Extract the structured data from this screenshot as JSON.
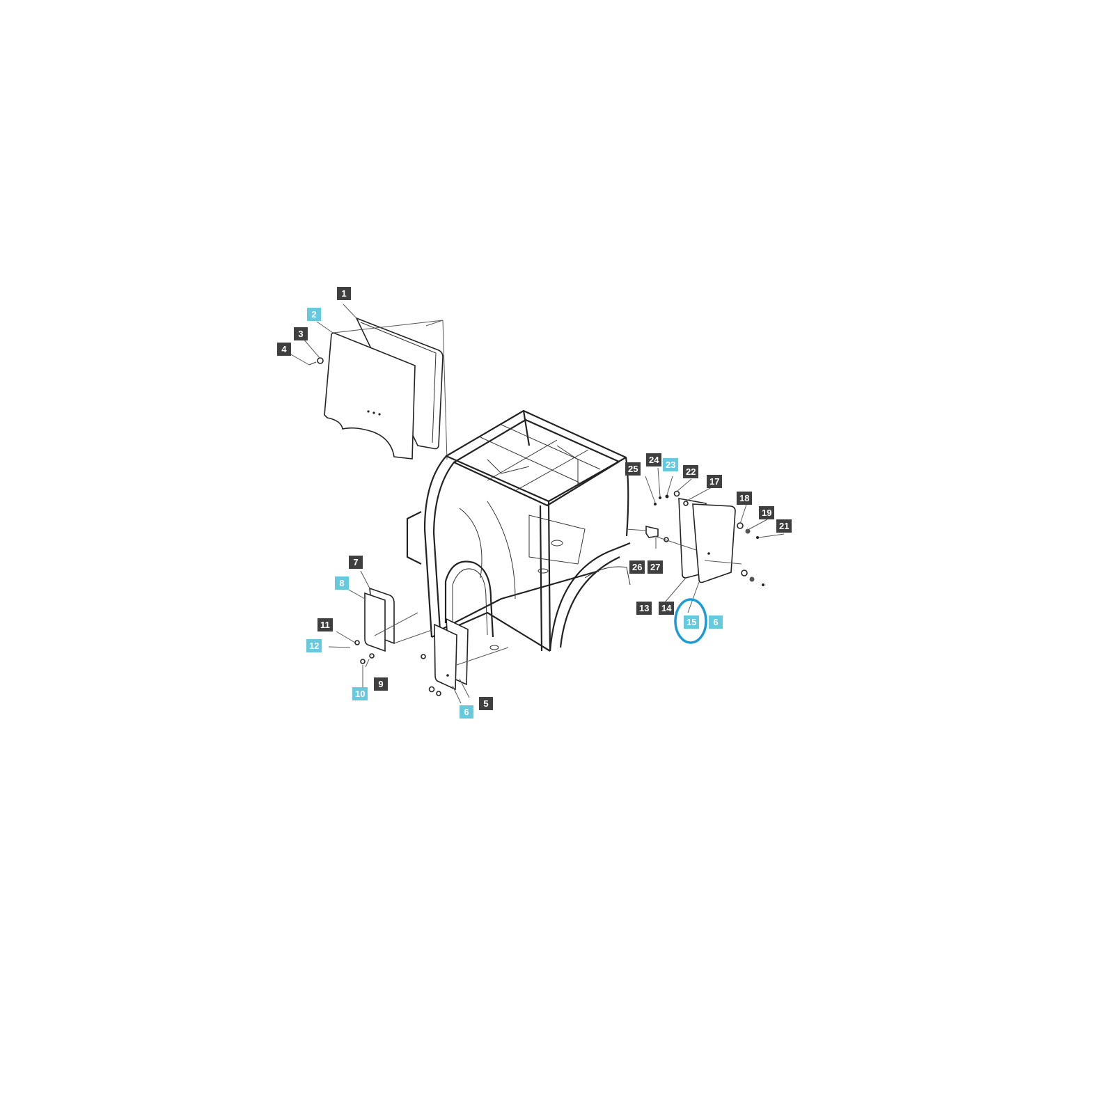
{
  "colors": {
    "callout_dark": "#3f3f3f",
    "callout_highlight": "#66c9dd",
    "selection_ring": "#1a9bd6"
  },
  "callouts": [
    {
      "id": "c1",
      "label": "1",
      "highlighted": false
    },
    {
      "id": "c2",
      "label": "2",
      "highlighted": true
    },
    {
      "id": "c3",
      "label": "3",
      "highlighted": false
    },
    {
      "id": "c4",
      "label": "4",
      "highlighted": false
    },
    {
      "id": "c5",
      "label": "5",
      "highlighted": false
    },
    {
      "id": "c6a",
      "label": "6",
      "highlighted": true
    },
    {
      "id": "c6b",
      "label": "6",
      "highlighted": true
    },
    {
      "id": "c7",
      "label": "7",
      "highlighted": false
    },
    {
      "id": "c8",
      "label": "8",
      "highlighted": true
    },
    {
      "id": "c9",
      "label": "9",
      "highlighted": false
    },
    {
      "id": "c10",
      "label": "10",
      "highlighted": true
    },
    {
      "id": "c11",
      "label": "11",
      "highlighted": false
    },
    {
      "id": "c12",
      "label": "12",
      "highlighted": true
    },
    {
      "id": "c13",
      "label": "13",
      "highlighted": false
    },
    {
      "id": "c14",
      "label": "14",
      "highlighted": false
    },
    {
      "id": "c15",
      "label": "15",
      "highlighted": true
    },
    {
      "id": "c17",
      "label": "17",
      "highlighted": false
    },
    {
      "id": "c18",
      "label": "18",
      "highlighted": false
    },
    {
      "id": "c19",
      "label": "19",
      "highlighted": false
    },
    {
      "id": "c21",
      "label": "21",
      "highlighted": false
    },
    {
      "id": "c22",
      "label": "22",
      "highlighted": false
    },
    {
      "id": "c23",
      "label": "23",
      "highlighted": true
    },
    {
      "id": "c24",
      "label": "24",
      "highlighted": false
    },
    {
      "id": "c25",
      "label": "25",
      "highlighted": false
    },
    {
      "id": "c26",
      "label": "26",
      "highlighted": false
    },
    {
      "id": "c27",
      "label": "27",
      "highlighted": false
    }
  ],
  "selected_part": "15"
}
